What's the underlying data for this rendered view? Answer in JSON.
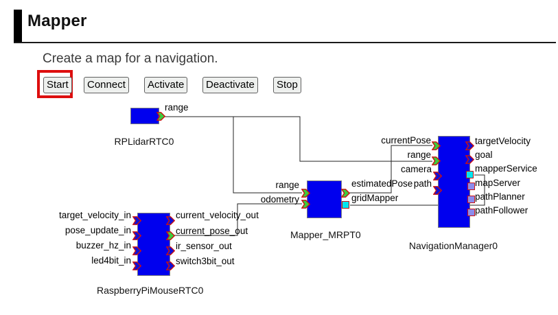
{
  "header": {
    "title": "Mapper",
    "subtitle": "Create a map for a navigation."
  },
  "toolbar": {
    "buttons": [
      {
        "label": "Start",
        "highlighted": true
      },
      {
        "label": "Connect",
        "highlighted": false
      },
      {
        "label": "Activate",
        "highlighted": false
      },
      {
        "label": "Deactivate",
        "highlighted": false
      },
      {
        "label": "Stop",
        "highlighted": false
      }
    ]
  },
  "colors": {
    "highlight_red": "#dd0e0e",
    "component_blue": "#0000ee",
    "port_outline_red": "#cc1111",
    "port_connected_green": "#3ecb3e",
    "port_data_blue": "#1010d6",
    "port_service_cyan": "#00e6f0",
    "port_service_lavender": "#8c8cec",
    "wire": "#222222"
  },
  "diagram": {
    "components": [
      {
        "label": "RPLidarRTC0",
        "ports": [
          {
            "label": "range",
            "direction": "out",
            "kind": "data"
          }
        ]
      },
      {
        "label": "Mapper_MRPT0",
        "ports": [
          {
            "label": "range",
            "direction": "in",
            "kind": "data"
          },
          {
            "label": "odometry",
            "direction": "in",
            "kind": "data"
          },
          {
            "label": "estimatedPose",
            "direction": "out",
            "kind": "data"
          },
          {
            "label": "gridMapper",
            "direction": "out",
            "kind": "service"
          }
        ]
      },
      {
        "label": "NavigationManager0",
        "ports": [
          {
            "label": "currentPose",
            "direction": "in",
            "kind": "data"
          },
          {
            "label": "range",
            "direction": "in",
            "kind": "data"
          },
          {
            "label": "camera",
            "direction": "in",
            "kind": "data"
          },
          {
            "label": "path",
            "direction": "in",
            "kind": "data"
          },
          {
            "label": "targetVelocity",
            "direction": "out",
            "kind": "data"
          },
          {
            "label": "goal",
            "direction": "out",
            "kind": "data"
          },
          {
            "label": "mapperService",
            "direction": "out",
            "kind": "service"
          },
          {
            "label": "mapServer",
            "direction": "out",
            "kind": "service"
          },
          {
            "label": "pathPlanner",
            "direction": "out",
            "kind": "service"
          },
          {
            "label": "pathFollower",
            "direction": "out",
            "kind": "service"
          }
        ]
      },
      {
        "label": "RaspberryPiMouseRTC0",
        "ports": [
          {
            "label": "target_velocity_in",
            "direction": "in",
            "kind": "data"
          },
          {
            "label": "pose_update_in",
            "direction": "in",
            "kind": "data"
          },
          {
            "label": "buzzer_hz_in",
            "direction": "in",
            "kind": "data"
          },
          {
            "label": "led4bit_in",
            "direction": "in",
            "kind": "data"
          },
          {
            "label": "current_velocity_out",
            "direction": "out",
            "kind": "data"
          },
          {
            "label": "current_pose_out",
            "direction": "out",
            "kind": "data"
          },
          {
            "label": "ir_sensor_out",
            "direction": "out",
            "kind": "data"
          },
          {
            "label": "switch3bit_out",
            "direction": "out",
            "kind": "data"
          }
        ]
      }
    ],
    "connections": [
      {
        "from": "RPLidarRTC0.range",
        "to": "NavigationManager0.range"
      },
      {
        "from": "RPLidarRTC0.range",
        "to": "Mapper_MRPT0.range"
      },
      {
        "from": "RaspberryPiMouseRTC0.current_pose_out",
        "to": "Mapper_MRPT0.odometry"
      },
      {
        "from": "Mapper_MRPT0.estimatedPose",
        "to": "NavigationManager0.currentPose"
      },
      {
        "from": "Mapper_MRPT0.gridMapper",
        "to": "NavigationManager0.mapperService"
      }
    ]
  }
}
